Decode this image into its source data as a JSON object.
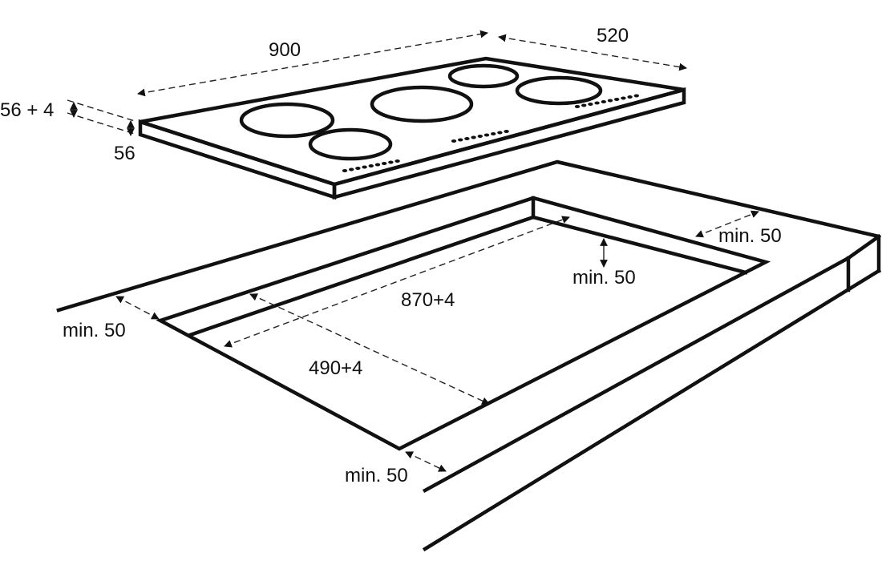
{
  "hob": {
    "width_label": "900",
    "depth_label": "520",
    "height_total_label": "56 + 4",
    "height_label": "56"
  },
  "cutout": {
    "length_label": "870+4",
    "depth_label": "490+4",
    "clearance_back_right_label": "min. 50",
    "clearance_back_label": "min. 50",
    "clearance_left_label": "min. 50",
    "clearance_front_label": "min. 50"
  },
  "colors": {
    "line": "#111111",
    "background": "#ffffff"
  }
}
